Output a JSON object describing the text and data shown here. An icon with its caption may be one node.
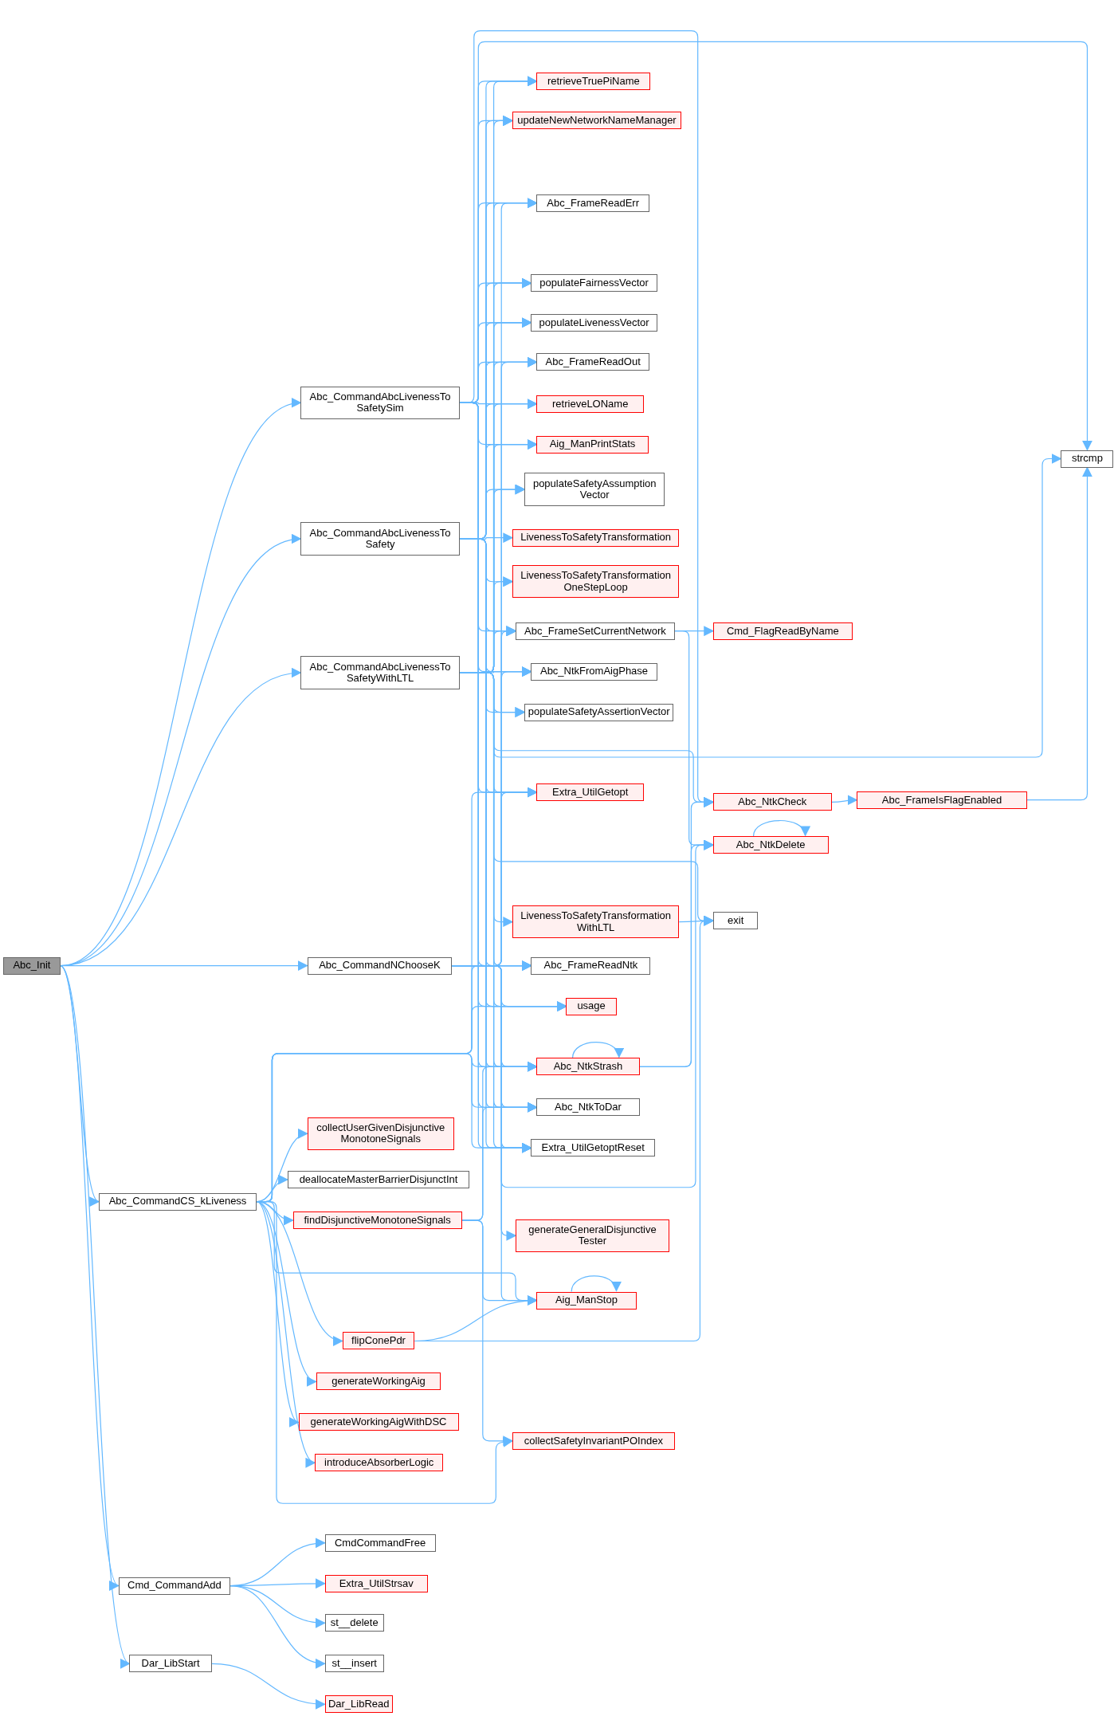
{
  "diagram": {
    "nodes": [
      {
        "text": [
          "Abc_Init"
        ]
      },
      {
        "text": [
          "Abc_CommandAbcLivenessTo SafetySim"
        ]
      },
      {
        "text": [
          "Abc_CommandAbcLivenessTo Safety"
        ]
      },
      {
        "text": [
          "Abc_CommandAbcLivenessTo SafetyWithLTL"
        ]
      },
      {
        "text": [
          "Abc_CommandNChooseK"
        ]
      },
      {
        "text": [
          "Abc_CommandCS_kLiveness"
        ]
      },
      {
        "text": [
          "Cmd_CommandAdd"
        ]
      },
      {
        "text": [
          "Dar_LibStart"
        ]
      },
      {
        "text": [
          "retrieveTruePiName"
        ]
      },
      {
        "text": [
          "updateNewNetworkNameManager"
        ]
      },
      {
        "text": [
          "Abc_FrameReadErr"
        ]
      },
      {
        "text": [
          "populateFairnessVector"
        ]
      },
      {
        "text": [
          "populateLivenessVector"
        ]
      },
      {
        "text": [
          "Abc_FrameReadOut"
        ]
      },
      {
        "text": [
          "retrieveLOName"
        ]
      },
      {
        "text": [
          "Aig_ManPrintStats"
        ]
      },
      {
        "text": [
          "populateSafetyAssumption Vector"
        ]
      },
      {
        "text": [
          "LivenessToSafetyTransformation"
        ]
      },
      {
        "text": [
          "LivenessToSafetyTransformation OneStepLoop"
        ]
      },
      {
        "text": [
          "Abc_FrameSetCurrentNetwork"
        ]
      },
      {
        "text": [
          "Abc_NtkFromAigPhase"
        ]
      },
      {
        "text": [
          "populateSafetyAssertionVector"
        ]
      },
      {
        "text": [
          "Extra_UtilGetopt"
        ]
      },
      {
        "text": [
          "LivenessToSafetyTransformation WithLTL"
        ]
      },
      {
        "text": [
          "Abc_FrameReadNtk"
        ]
      },
      {
        "text": [
          "usage"
        ]
      },
      {
        "text": [
          "Abc_NtkStrash"
        ]
      },
      {
        "text": [
          "Abc_NtkToDar"
        ]
      },
      {
        "text": [
          "Extra_UtilGetoptReset"
        ]
      },
      {
        "text": [
          "collectUserGivenDisjunctive MonotoneSignals"
        ]
      },
      {
        "text": [
          "deallocateMasterBarrierDisjunctInt"
        ]
      },
      {
        "text": [
          "findDisjunctiveMonotoneSignals"
        ]
      },
      {
        "text": [
          "generateGeneralDisjunctive Tester"
        ]
      },
      {
        "text": [
          "Aig_ManStop"
        ]
      },
      {
        "text": [
          "flipConePdr"
        ]
      },
      {
        "text": [
          "generateWorkingAig"
        ]
      },
      {
        "text": [
          "generateWorkingAigWithDSC"
        ]
      },
      {
        "text": [
          "introduceAbsorberLogic"
        ]
      },
      {
        "text": [
          "collectSafetyInvariantPOIndex"
        ]
      },
      {
        "text": [
          "CmdCommandFree"
        ]
      },
      {
        "text": [
          "Extra_UtilStrsav"
        ]
      },
      {
        "text": [
          "st__delete"
        ]
      },
      {
        "text": [
          "st__insert"
        ]
      },
      {
        "text": [
          "Dar_LibRead"
        ]
      },
      {
        "text": [
          "Cmd_FlagReadByName"
        ]
      },
      {
        "text": [
          "Abc_NtkCheck"
        ]
      },
      {
        "text": [
          "Abc_NtkDelete"
        ]
      },
      {
        "text": [
          "exit"
        ]
      },
      {
        "text": [
          "Abc_FrameIsFlagEnabled"
        ]
      },
      {
        "text": [
          "strcmp"
        ]
      }
    ],
    "edges": [
      {
        "from": 0,
        "to": 1,
        "arrow": "to"
      },
      {
        "from": 0,
        "to": 2,
        "arrow": "to"
      },
      {
        "from": 0,
        "to": 3,
        "arrow": "to"
      },
      {
        "from": 0,
        "to": 4,
        "arrow": "to"
      },
      {
        "from": 0,
        "to": 5,
        "arrow": "to"
      },
      {
        "from": 0,
        "to": 6,
        "arrow": "to"
      },
      {
        "from": 0,
        "to": 7,
        "arrow": "to"
      },
      {
        "from": 1,
        "to": 8,
        "arrow": "to"
      },
      {
        "from": 1,
        "to": 9,
        "arrow": "to"
      },
      {
        "from": 1,
        "to": 10,
        "arrow": "to"
      },
      {
        "from": 1,
        "to": 11,
        "arrow": "to"
      },
      {
        "from": 1,
        "to": 12,
        "arrow": "to"
      },
      {
        "from": 1,
        "to": 13,
        "arrow": "to"
      },
      {
        "from": 1,
        "to": 14,
        "arrow": "to"
      },
      {
        "from": 1,
        "to": 15,
        "arrow": "to"
      },
      {
        "from": 1,
        "to": 19,
        "arrow": "to"
      },
      {
        "from": 1,
        "to": 20,
        "arrow": "to"
      },
      {
        "from": 1,
        "to": 22,
        "arrow": "to"
      },
      {
        "from": 1,
        "to": 24,
        "arrow": "to"
      },
      {
        "from": 1,
        "to": 25,
        "arrow": "to"
      },
      {
        "from": 1,
        "to": 26,
        "arrow": "to"
      },
      {
        "from": 1,
        "to": 27,
        "arrow": "to"
      },
      {
        "from": 1,
        "to": 28,
        "arrow": "to"
      },
      {
        "from": 1,
        "to": 45,
        "arrow": "to"
      },
      {
        "from": 1,
        "to": 49,
        "arrow": "to"
      },
      {
        "from": 2,
        "to": 8,
        "arrow": "to"
      },
      {
        "from": 2,
        "to": 9,
        "arrow": "to"
      },
      {
        "from": 2,
        "to": 10,
        "arrow": "to"
      },
      {
        "from": 2,
        "to": 11,
        "arrow": "to"
      },
      {
        "from": 2,
        "to": 12,
        "arrow": "to"
      },
      {
        "from": 2,
        "to": 13,
        "arrow": "to"
      },
      {
        "from": 2,
        "to": 14,
        "arrow": "to"
      },
      {
        "from": 2,
        "to": 15,
        "arrow": "to"
      },
      {
        "from": 2,
        "to": 16,
        "arrow": "to"
      },
      {
        "from": 2,
        "to": 17,
        "arrow": "to"
      },
      {
        "from": 2,
        "to": 18,
        "arrow": "to"
      },
      {
        "from": 2,
        "to": 19,
        "arrow": "to"
      },
      {
        "from": 2,
        "to": 20,
        "arrow": "to"
      },
      {
        "from": 2,
        "to": 21,
        "arrow": "to"
      },
      {
        "from": 2,
        "to": 22,
        "arrow": "to"
      },
      {
        "from": 2,
        "to": 24,
        "arrow": "to"
      },
      {
        "from": 2,
        "to": 25,
        "arrow": "to"
      },
      {
        "from": 2,
        "to": 26,
        "arrow": "to"
      },
      {
        "from": 2,
        "to": 27,
        "arrow": "to"
      },
      {
        "from": 2,
        "to": 28,
        "arrow": "to"
      },
      {
        "from": 3,
        "to": 8,
        "arrow": "to"
      },
      {
        "from": 3,
        "to": 9,
        "arrow": "to"
      },
      {
        "from": 3,
        "to": 10,
        "arrow": "to"
      },
      {
        "from": 3,
        "to": 11,
        "arrow": "to"
      },
      {
        "from": 3,
        "to": 12,
        "arrow": "to"
      },
      {
        "from": 3,
        "to": 13,
        "arrow": "to"
      },
      {
        "from": 3,
        "to": 14,
        "arrow": "to"
      },
      {
        "from": 3,
        "to": 15,
        "arrow": "to"
      },
      {
        "from": 3,
        "to": 16,
        "arrow": "to"
      },
      {
        "from": 3,
        "to": 18,
        "arrow": "to"
      },
      {
        "from": 3,
        "to": 19,
        "arrow": "to"
      },
      {
        "from": 3,
        "to": 20,
        "arrow": "to"
      },
      {
        "from": 3,
        "to": 21,
        "arrow": "to"
      },
      {
        "from": 3,
        "to": 22,
        "arrow": "to"
      },
      {
        "from": 3,
        "to": 23,
        "arrow": "to"
      },
      {
        "from": 3,
        "to": 24,
        "arrow": "to"
      },
      {
        "from": 3,
        "to": 25,
        "arrow": "to"
      },
      {
        "from": 3,
        "to": 26,
        "arrow": "to"
      },
      {
        "from": 3,
        "to": 27,
        "arrow": "to"
      },
      {
        "from": 3,
        "to": 28,
        "arrow": "to"
      },
      {
        "from": 3,
        "to": 45,
        "arrow": "to"
      },
      {
        "from": 3,
        "to": 47,
        "arrow": "to"
      },
      {
        "from": 3,
        "to": 49,
        "arrow": "to"
      },
      {
        "from": 4,
        "to": 10,
        "arrow": "to"
      },
      {
        "from": 4,
        "to": 13,
        "arrow": "to"
      },
      {
        "from": 4,
        "to": 19,
        "arrow": "to"
      },
      {
        "from": 4,
        "to": 20,
        "arrow": "to"
      },
      {
        "from": 4,
        "to": 22,
        "arrow": "to"
      },
      {
        "from": 4,
        "to": 24,
        "arrow": "to"
      },
      {
        "from": 4,
        "to": 25,
        "arrow": "to"
      },
      {
        "from": 4,
        "to": 26,
        "arrow": "to"
      },
      {
        "from": 4,
        "to": 27,
        "arrow": "to"
      },
      {
        "from": 4,
        "to": 28,
        "arrow": "to"
      },
      {
        "from": 4,
        "to": 32,
        "arrow": "to"
      },
      {
        "from": 4,
        "to": 33,
        "arrow": "to"
      },
      {
        "from": 4,
        "to": 46,
        "arrow": "to"
      },
      {
        "from": 5,
        "to": 22,
        "arrow": "to"
      },
      {
        "from": 5,
        "to": 24,
        "arrow": "to"
      },
      {
        "from": 5,
        "to": 25,
        "arrow": "to"
      },
      {
        "from": 5,
        "to": 26,
        "arrow": "to"
      },
      {
        "from": 5,
        "to": 27,
        "arrow": "to"
      },
      {
        "from": 5,
        "to": 28,
        "arrow": "to"
      },
      {
        "from": 5,
        "to": 29,
        "arrow": "to"
      },
      {
        "from": 5,
        "to": 30,
        "arrow": "to"
      },
      {
        "from": 5,
        "to": 31,
        "arrow": "to"
      },
      {
        "from": 5,
        "to": 33,
        "arrow": "to"
      },
      {
        "from": 5,
        "to": 34,
        "arrow": "to"
      },
      {
        "from": 5,
        "to": 35,
        "arrow": "to"
      },
      {
        "from": 5,
        "to": 36,
        "arrow": "to"
      },
      {
        "from": 5,
        "to": 37,
        "arrow": "to"
      },
      {
        "from": 5,
        "to": 38,
        "arrow": "to"
      },
      {
        "from": 6,
        "to": 39,
        "arrow": "to"
      },
      {
        "from": 6,
        "to": 40,
        "arrow": "to"
      },
      {
        "from": 6,
        "to": 41,
        "arrow": "to"
      },
      {
        "from": 6,
        "to": 42,
        "arrow": "to"
      },
      {
        "from": 7,
        "to": 43,
        "arrow": "to"
      },
      {
        "from": 19,
        "to": 44,
        "arrow": "to"
      },
      {
        "from": 19,
        "to": 46,
        "arrow": "to"
      },
      {
        "from": 23,
        "to": 47,
        "arrow": "to"
      },
      {
        "from": 26,
        "to": 26,
        "arrow": "to"
      },
      {
        "from": 26,
        "to": 45,
        "arrow": "to"
      },
      {
        "from": 26,
        "to": 46,
        "arrow": "to"
      },
      {
        "from": 31,
        "to": 26,
        "arrow": "to"
      },
      {
        "from": 31,
        "to": 27,
        "arrow": "to"
      },
      {
        "from": 31,
        "to": 33,
        "arrow": "to"
      },
      {
        "from": 31,
        "to": 38,
        "arrow": "to"
      },
      {
        "from": 33,
        "to": 33,
        "arrow": "to"
      },
      {
        "from": 34,
        "to": 33,
        "arrow": "to"
      },
      {
        "from": 34,
        "to": 47,
        "arrow": "to"
      },
      {
        "from": 45,
        "to": 48,
        "arrow": "to"
      },
      {
        "from": 46,
        "to": 46,
        "arrow": "to"
      },
      {
        "from": 48,
        "to": 49,
        "arrow": "to"
      }
    ]
  }
}
